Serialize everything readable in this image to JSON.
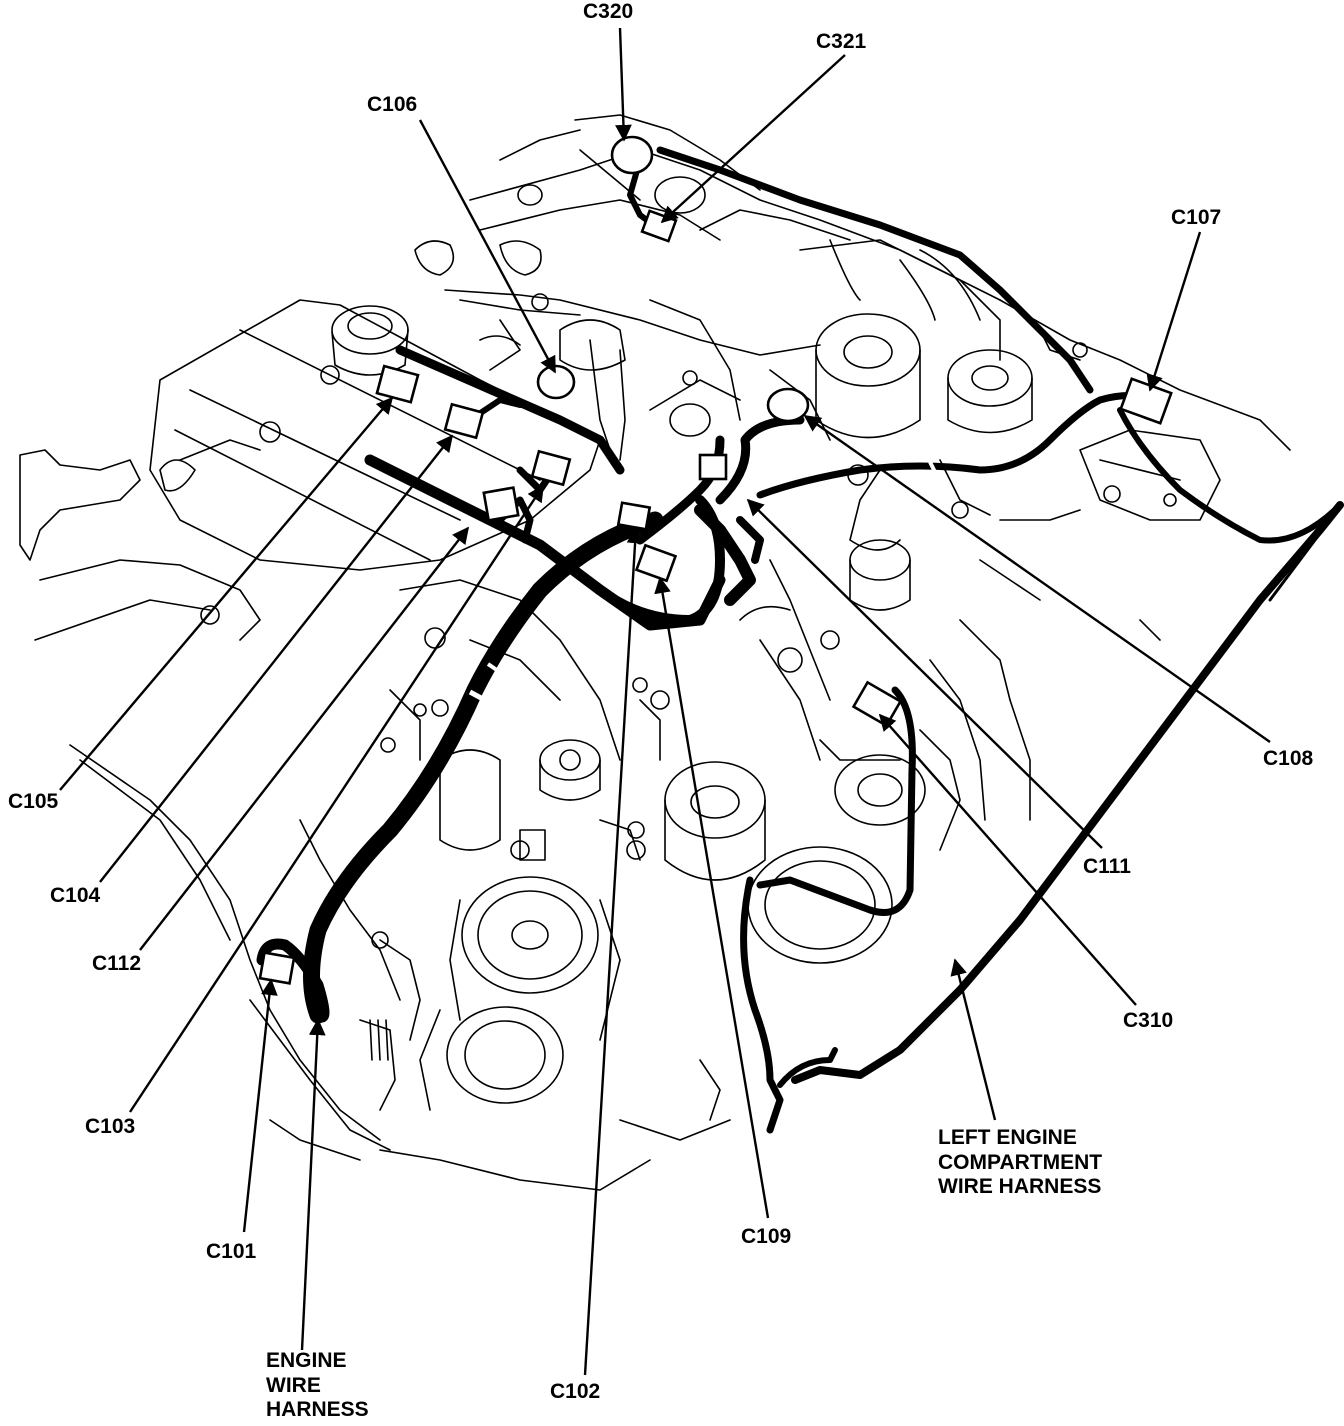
{
  "labels": {
    "c320": "C320",
    "c321": "C321",
    "c106": "C106",
    "c107": "C107",
    "c105": "C105",
    "c104": "C104",
    "c112": "C112",
    "c103": "C103",
    "c101": "C101",
    "c102": "C102",
    "c109": "C109",
    "c108": "C108",
    "c111": "C111",
    "c310": "C310"
  },
  "harness_labels": {
    "engine": [
      "ENGINE",
      "WIRE",
      "HARNESS"
    ],
    "left_engine": [
      "LEFT ENGINE",
      "COMPARTMENT",
      "WIRE HARNESS"
    ]
  },
  "colors": {
    "ink": "#000000",
    "paper": "#ffffff"
  }
}
